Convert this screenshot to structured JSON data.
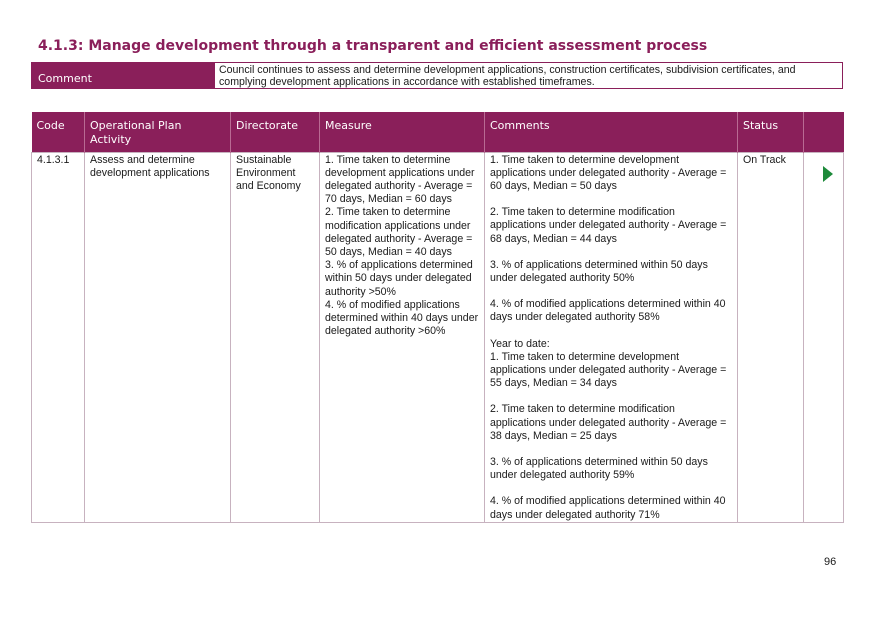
{
  "heading": "4.1.3: Manage development through a transparent and efficient assessment process",
  "comment": {
    "label": "Comment",
    "text": "Council continues to assess and determine development applications, construction certificates, subdivision certificates, and complying development applications in accordance with established timeframes."
  },
  "table": {
    "headers": {
      "code": "Code",
      "activity": "Operational Plan Activity",
      "directorate": "Directorate",
      "measure": "Measure",
      "comments": "Comments",
      "status": "Status"
    },
    "row": {
      "code": "4.1.3.1",
      "activity": "Assess and determine development applications",
      "directorate": "Sustainable Environment and Economy",
      "measure": "1. Time taken to determine development applications under delegated authority - Average = 70 days, Median = 60 days\n2. Time taken to determine modification applications under delegated authority - Average = 50 days, Median = 40 days\n3. % of applications determined within 50 days under delegated authority >50%\n4. % of modified applications determined within 40 days under delegated authority >60%",
      "comments": [
        "1. Time taken to determine development applications under delegated authority - Average = 60 days, Median = 50 days",
        "2. Time taken to determine modification applications under delegated authority - Average = 68 days, Median = 44 days",
        "3. % of applications determined within 50 days under delegated authority 50%",
        "4. % of modified applications determined within 40 days under delegated authority 58%",
        "Year to date:\n1. Time taken to determine development applications under delegated authority - Average = 55 days, Median = 34 days",
        "2. Time taken to determine modification applications under delegated authority - Average = 38 days, Median = 25 days",
        "3. % of applications determined within 50 days under delegated authority 59%",
        "4. % of modified applications determined within 40 days under delegated authority 71%"
      ],
      "status": "On Track",
      "status_icon": "play-arrow-icon",
      "status_color": "#1d8a3a"
    }
  },
  "page_number": "96",
  "colors": {
    "accent": "#8a1f5a",
    "on_track": "#1d8a3a"
  }
}
